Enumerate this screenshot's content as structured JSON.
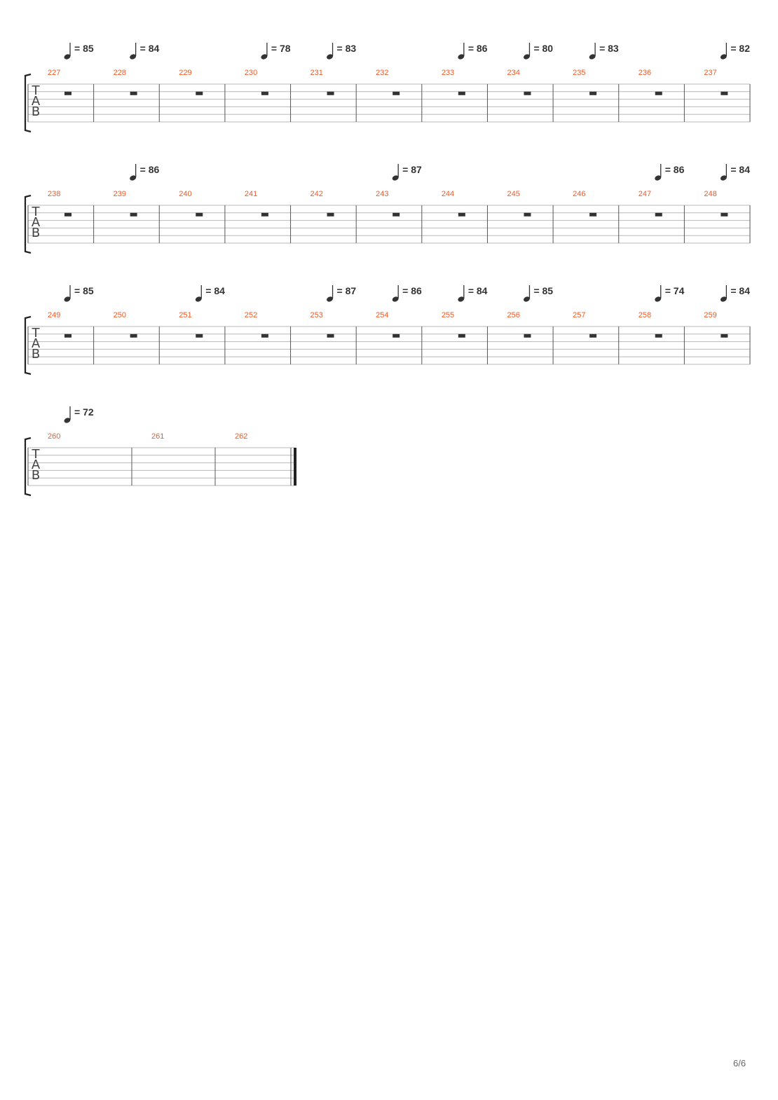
{
  "score": {
    "clef_letters": [
      "T",
      "A",
      "B"
    ],
    "tempo_unit": "quarter-note",
    "tempo_marker_prefix": "=",
    "colors": {
      "measure_number": "#f05a28",
      "staff_line": "#b8b8b8",
      "barline": "#555555",
      "ink": "#333333"
    },
    "systems": [
      {
        "measures": [
          {
            "number": "227",
            "tempo": "85",
            "rest": true
          },
          {
            "number": "228",
            "tempo": "84",
            "rest": true
          },
          {
            "number": "229",
            "tempo": null,
            "rest": true
          },
          {
            "number": "230",
            "tempo": "78",
            "rest": true
          },
          {
            "number": "231",
            "tempo": "83",
            "rest": true
          },
          {
            "number": "232",
            "tempo": null,
            "rest": true
          },
          {
            "number": "233",
            "tempo": "86",
            "rest": true
          },
          {
            "number": "234",
            "tempo": "80",
            "rest": true
          },
          {
            "number": "235",
            "tempo": "83",
            "rest": true
          },
          {
            "number": "236",
            "tempo": null,
            "rest": true
          },
          {
            "number": "237",
            "tempo": "82",
            "rest": true
          }
        ]
      },
      {
        "measures": [
          {
            "number": "238",
            "tempo": null,
            "rest": true
          },
          {
            "number": "239",
            "tempo": "86",
            "rest": true
          },
          {
            "number": "240",
            "tempo": null,
            "rest": true
          },
          {
            "number": "241",
            "tempo": null,
            "rest": true
          },
          {
            "number": "242",
            "tempo": null,
            "rest": true
          },
          {
            "number": "243",
            "tempo": "87",
            "rest": true
          },
          {
            "number": "244",
            "tempo": null,
            "rest": true
          },
          {
            "number": "245",
            "tempo": null,
            "rest": true
          },
          {
            "number": "246",
            "tempo": null,
            "rest": true
          },
          {
            "number": "247",
            "tempo": "86",
            "rest": true
          },
          {
            "number": "248",
            "tempo": "84",
            "rest": true
          }
        ]
      },
      {
        "measures": [
          {
            "number": "249",
            "tempo": "85",
            "rest": true
          },
          {
            "number": "250",
            "tempo": null,
            "rest": true
          },
          {
            "number": "251",
            "tempo": "84",
            "rest": true
          },
          {
            "number": "252",
            "tempo": null,
            "rest": true
          },
          {
            "number": "253",
            "tempo": "87",
            "rest": true
          },
          {
            "number": "254",
            "tempo": "86",
            "rest": true
          },
          {
            "number": "255",
            "tempo": "84",
            "rest": true
          },
          {
            "number": "256",
            "tempo": "85",
            "rest": true
          },
          {
            "number": "257",
            "tempo": null,
            "rest": true
          },
          {
            "number": "258",
            "tempo": "74",
            "rest": true
          },
          {
            "number": "259",
            "tempo": "84",
            "rest": true
          }
        ]
      },
      {
        "final_barline": true,
        "measures": [
          {
            "number": "260",
            "tempo": "72",
            "rest": false
          },
          {
            "number": "261",
            "tempo": null,
            "rest": false
          },
          {
            "number": "262",
            "tempo": null,
            "rest": false
          }
        ]
      }
    ]
  },
  "footer": {
    "page_number": "6/6"
  }
}
